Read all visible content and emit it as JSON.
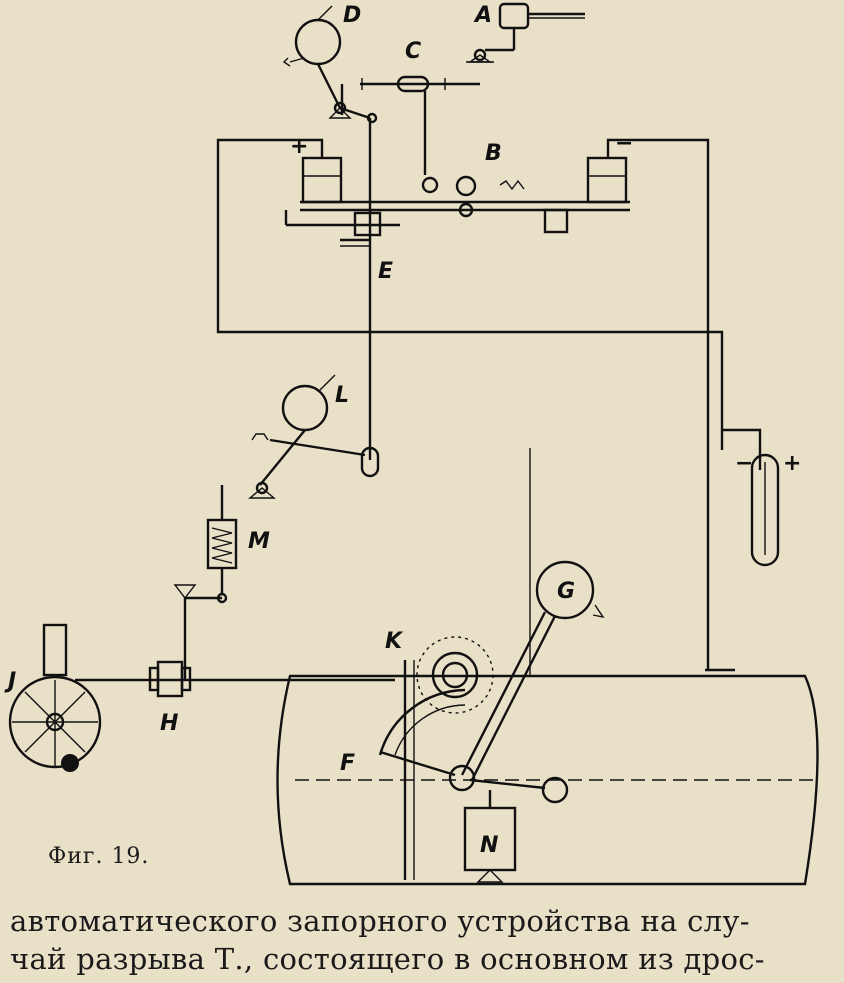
{
  "figure": {
    "labels": {
      "A": "A",
      "B": "B",
      "C": "C",
      "D": "D",
      "E": "E",
      "F": "F",
      "G": "G",
      "H": "H",
      "J": "J",
      "K": "K",
      "L": "L",
      "M": "M",
      "N": "N"
    },
    "polarity": {
      "plus_left": "+",
      "minus_right": "−",
      "tube_minus": "−",
      "tube_plus": "+"
    },
    "caption": "Фиг. 19."
  },
  "text": {
    "line1": "автоматического запорного устройства на слу-",
    "line2": "чай разрыва Т., состоящего в основном из дрос-"
  }
}
